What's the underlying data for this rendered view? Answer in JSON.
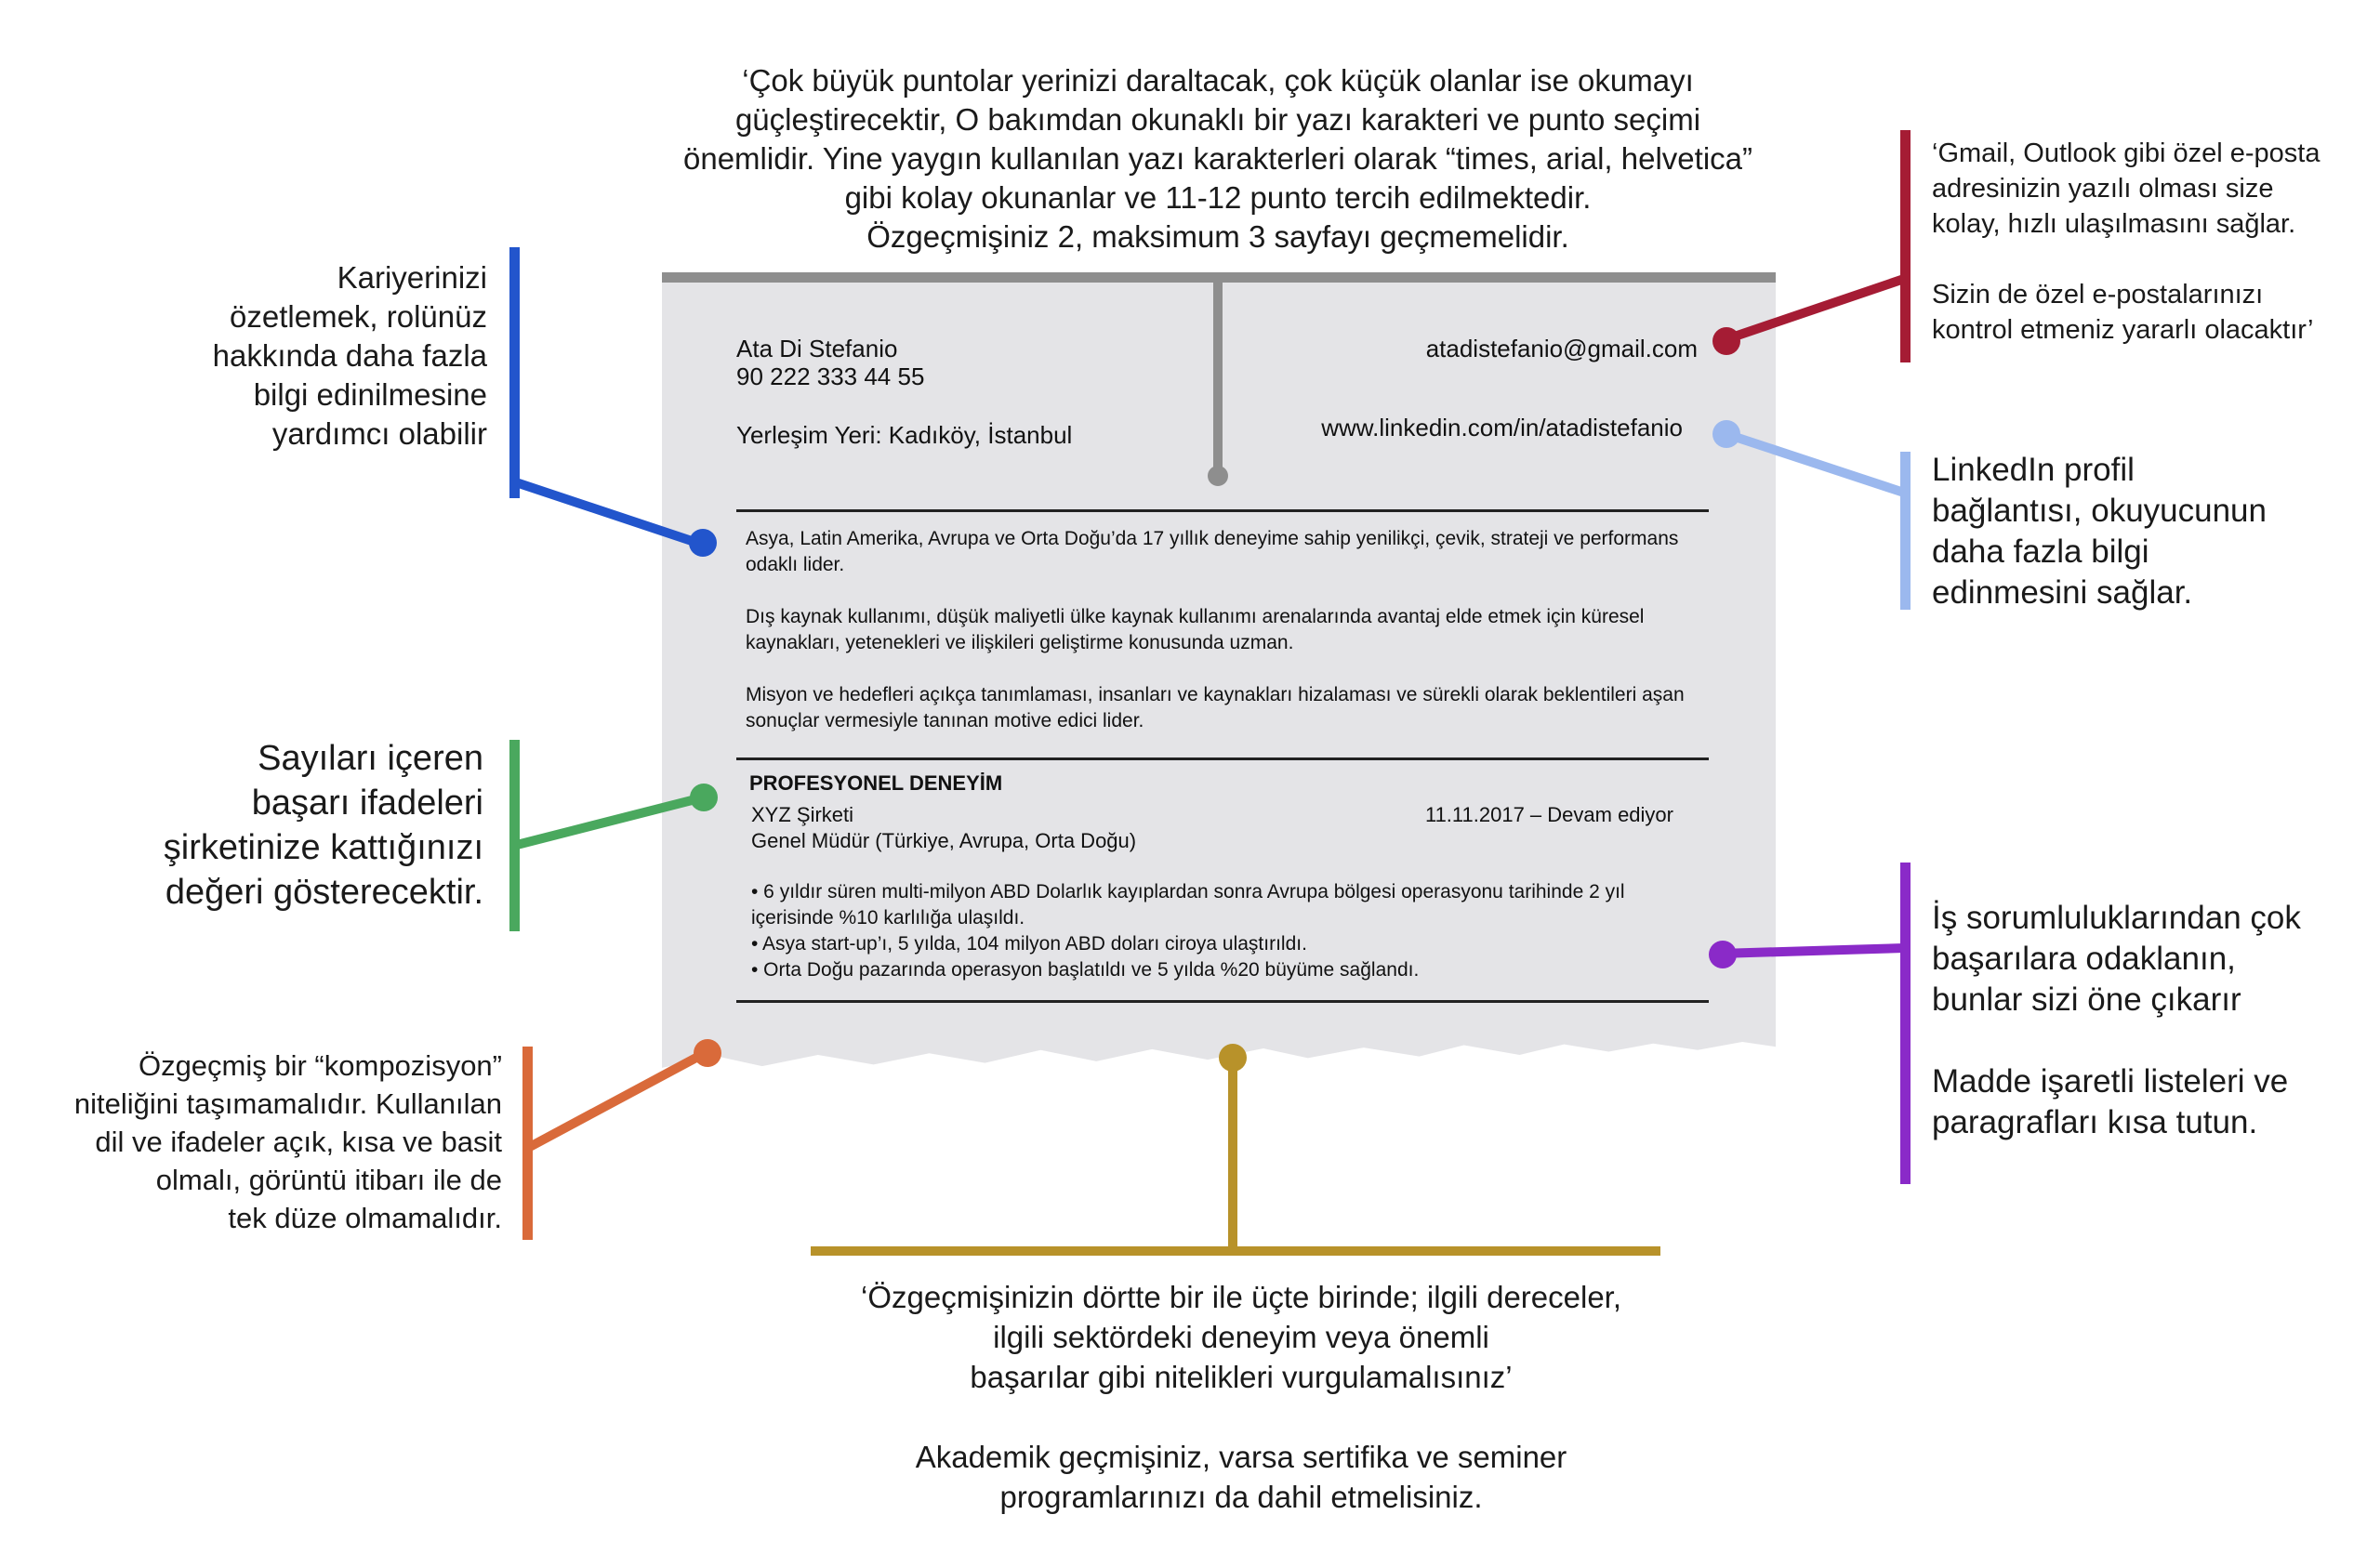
{
  "resume": {
    "name": "Ata Di Stefanio",
    "phone": "90 222 333 44 55",
    "location": "Yerleşim Yeri: Kadıköy, İstanbul",
    "email": "atadistefanio@gmail.com",
    "linkedin": "www.linkedin.com/in/atadistefanio",
    "summary": [
      "Asya, Latin Amerika, Avrupa ve Orta Doğu’da 17 yıllık deneyime sahip yenilikçi, çevik, strateji ve performans odaklı lider.",
      "Dış kaynak kullanımı, düşük maliyetli ülke kaynak kullanımı arenalarında avantaj elde etmek için küresel kaynakları, yetenekleri ve ilişkileri geliştirme konusunda uzman.",
      "Misyon ve hedefleri açıkça tanımlaması, insanları ve kaynakları hizalaması ve sürekli olarak beklentileri aşan sonuçlar vermesiyle tanınan motive edici lider."
    ],
    "experience_heading": "PROFESYONEL DENEYİM",
    "company": "XYZ Şirketi",
    "dates": "11.11.2017 – Devam ediyor",
    "role": "Genel Müdür (Türkiye, Avrupa, Orta Doğu)",
    "bullets": [
      "• 6 yıldır süren multi-milyon ABD Dolarlık kayıplardan sonra Avrupa bölgesi operasyonu tarihinde 2 yıl içerisinde %10 karlılığa ulaşıldı.",
      "• Asya start-up’ı, 5 yılda, 104 milyon ABD doları ciroya ulaştırıldı.",
      "• Orta Doğu pazarında operasyon başlatıldı ve 5 yılda %20 büyüme sağlandı."
    ]
  },
  "annotations": {
    "top": [
      "‘Çok büyük puntolar yerinizi daraltacak, çok küçük olanlar ise okumayı",
      "güçleştirecektir, O bakımdan okunaklı bir yazı karakteri ve punto seçimi",
      "önemlidir. Yine yaygın kullanılan yazı karakterleri olarak “times, arial, helvetica”",
      "gibi kolay okunanlar ve 11-12 punto tercih edilmektedir.",
      "Özgeçmişiniz 2, maksimum 3 sayfayı geçmemelidir."
    ],
    "career_summary": [
      "Kariyerinizi",
      "özetlemek, rolünüz",
      "hakkında daha fazla",
      "bilgi edinilmesine",
      "yardımcı olabilir"
    ],
    "achievements": [
      "Sayıları içeren",
      "başarı ifadeleri",
      "şirketinize kattığınızı",
      "değeri gösterecektir."
    ],
    "composition": [
      "Özgeçmiş bir “kompozisyon”",
      "niteliğini taşımamalıdır. Kullanılan",
      "dil ve ifadeler açık, kısa ve basit",
      "olmalı, görüntü itibarı ile de",
      "tek düze olmamalıdır."
    ],
    "email_note_a": [
      "‘Gmail, Outlook gibi özel e-posta",
      "adresinizin yazılı olması size",
      "kolay, hızlı ulaşılmasını sağlar."
    ],
    "email_note_b": [
      "Sizin de özel e-postalarınızı",
      "kontrol etmeniz yararlı olacaktır’"
    ],
    "linkedin_note": [
      "LinkedIn profil",
      "bağlantısı, okuyucunun",
      "daha fazla bilgi",
      "edinmesini sağlar."
    ],
    "focus_note_a": [
      "İş sorumluluklarından çok",
      "başarılara odaklanın,",
      "bunlar sizi öne çıkarır"
    ],
    "focus_note_b": [
      "Madde işaretli listeleri ve",
      "paragrafları kısa tutun."
    ],
    "bottom_a": [
      "‘Özgeçmişinizin dörtte bir ile üçte birinde; ilgili dereceler,",
      "ilgili sektördeki deneyim veya önemli",
      "başarılar gibi nitelikleri vurgulamalısınız’"
    ],
    "bottom_b": [
      "Akademik geçmişiniz, varsa sertifika ve seminer",
      "programlarınızı da dahil etmelisiniz."
    ]
  },
  "colors": {
    "blue": "#2255cc",
    "green": "#4aa85e",
    "orange": "#d96a3a",
    "crimson": "#a51c34",
    "lightblue": "#9bb8ee",
    "purple": "#8a2ac8",
    "gold": "#b8922a",
    "gray": "#8e8e8e"
  }
}
